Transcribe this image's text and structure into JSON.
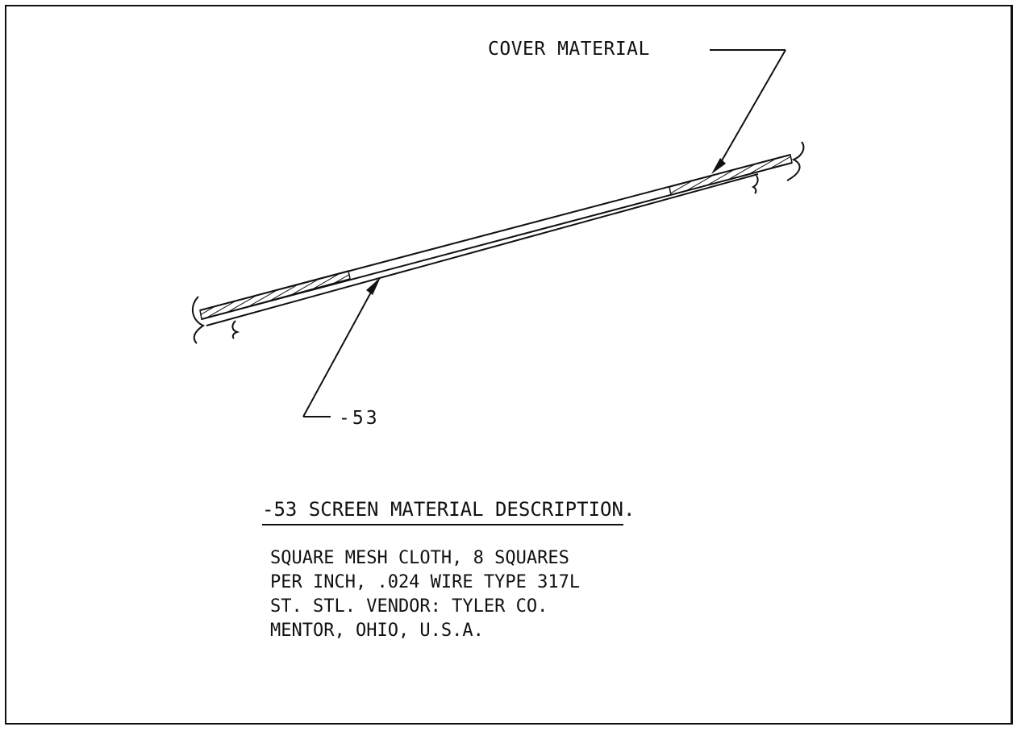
{
  "callouts": {
    "cover": "COVER MATERIAL",
    "part": "-53"
  },
  "description": {
    "title": "-53 SCREEN MATERIAL DESCRIPTION",
    "title_end": ".",
    "lines": [
      "SQUARE MESH CLOTH, 8 SQUARES",
      "PER INCH, .024 WIRE TYPE 317L",
      "ST. STL. VENDOR:  TYLER CO.",
      "MENTOR, OHIO, U.S.A."
    ]
  },
  "colors": {
    "ink": "#111111",
    "paper": "#ffffff"
  }
}
